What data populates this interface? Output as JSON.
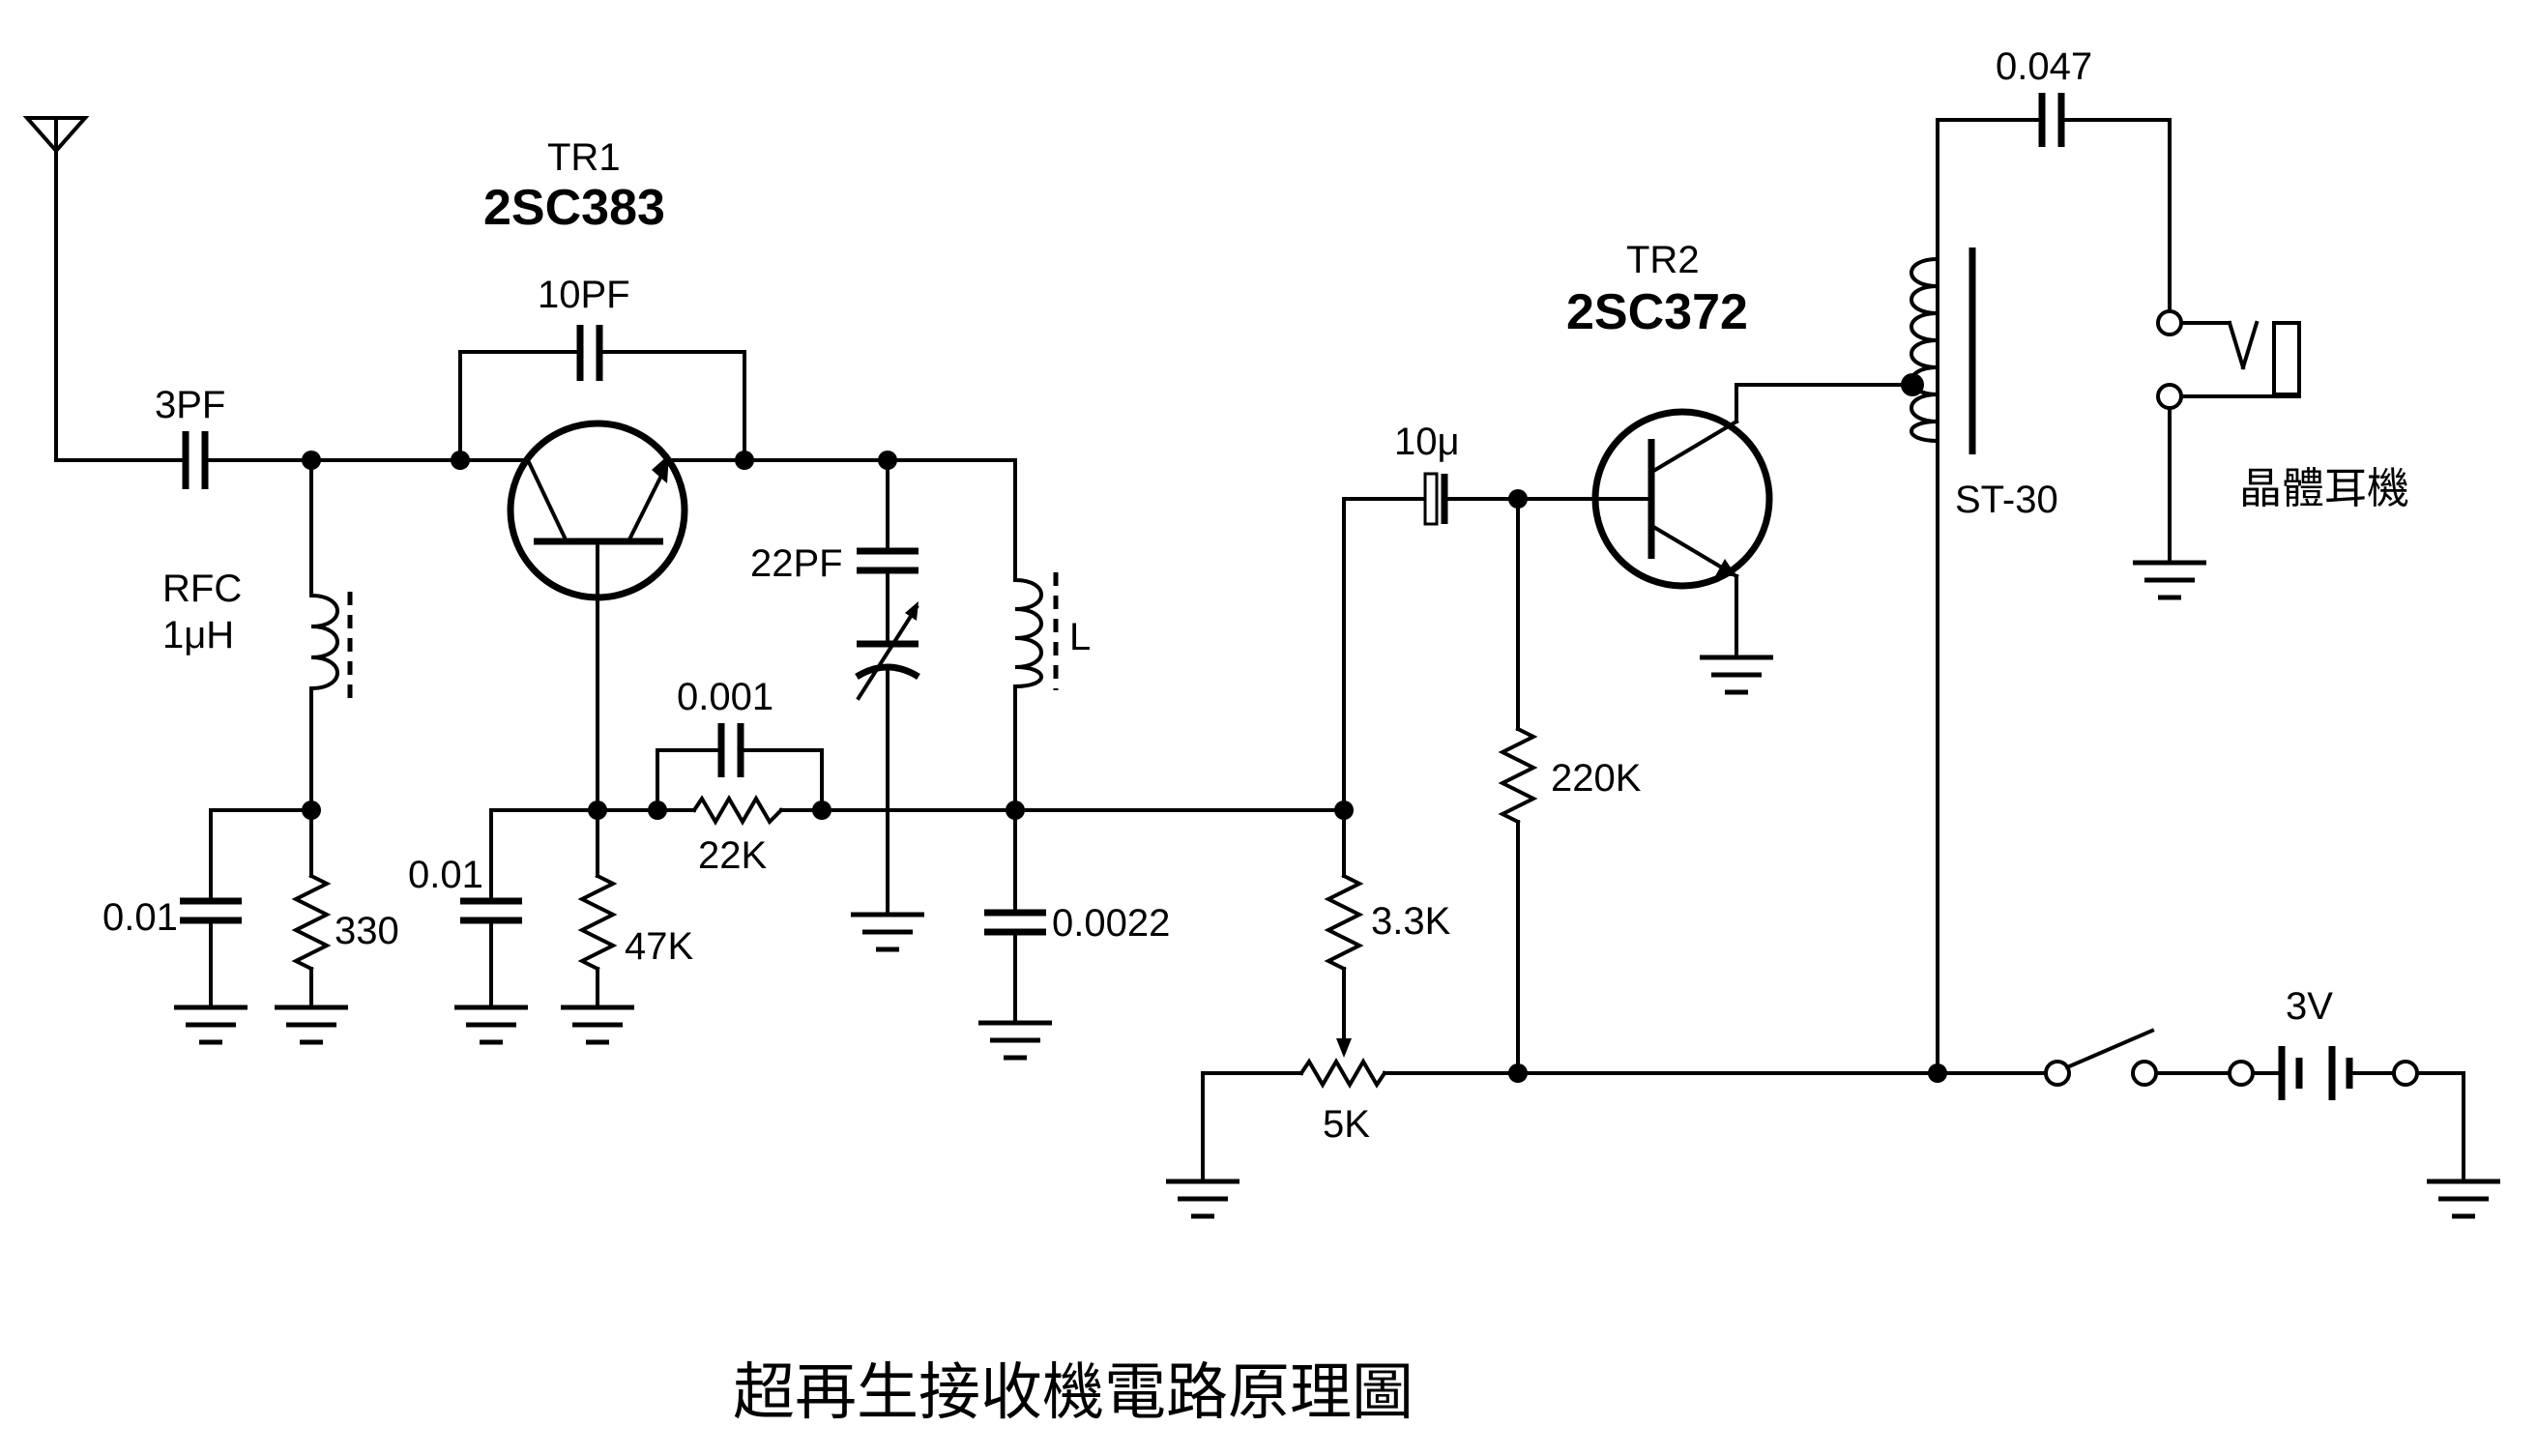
{
  "title": "超再生接收機電路原理圖",
  "transistors": {
    "tr1": {
      "ref": "TR1",
      "part": "2SC383"
    },
    "tr2": {
      "ref": "TR2",
      "part": "2SC372"
    }
  },
  "labels": {
    "c_3pf": "3PF",
    "c_10pf": "10PF",
    "c_22pf": "22PF",
    "rfc_name": "RFC",
    "rfc_value": "1μH",
    "c_001": "0.001",
    "r_22k": "22K",
    "c_001_left": "0.01",
    "r_330": "330",
    "c_001_mid": "0.01",
    "r_47k": "47K",
    "coil_l": "L",
    "c_00022": "0.0022",
    "c_10u": "10μ",
    "r_220k": "220K",
    "r_33k": "3.3K",
    "pot_5k": "5K",
    "transformer": "ST-30",
    "c_0047": "0.047",
    "earphone": "晶體耳機",
    "battery": "3V"
  }
}
